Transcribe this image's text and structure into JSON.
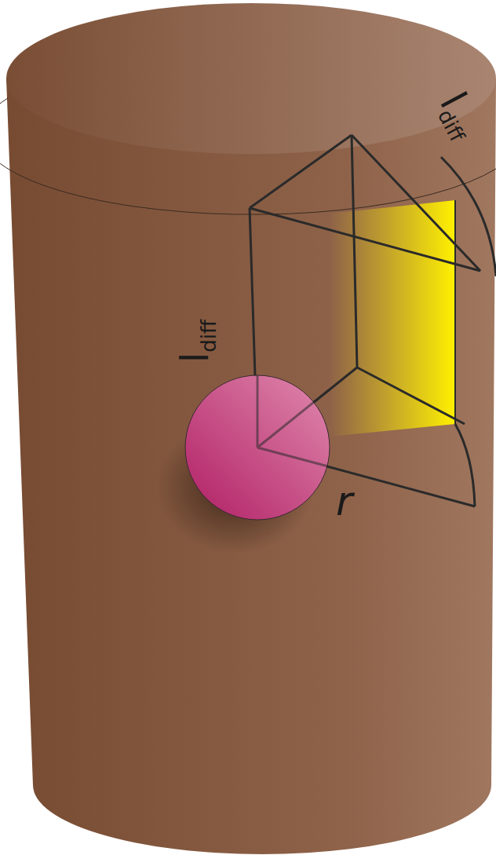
{
  "diagram": {
    "labels": [
      "l",
      "diff",
      "l",
      "diff",
      "r"
    ]
  }
}
